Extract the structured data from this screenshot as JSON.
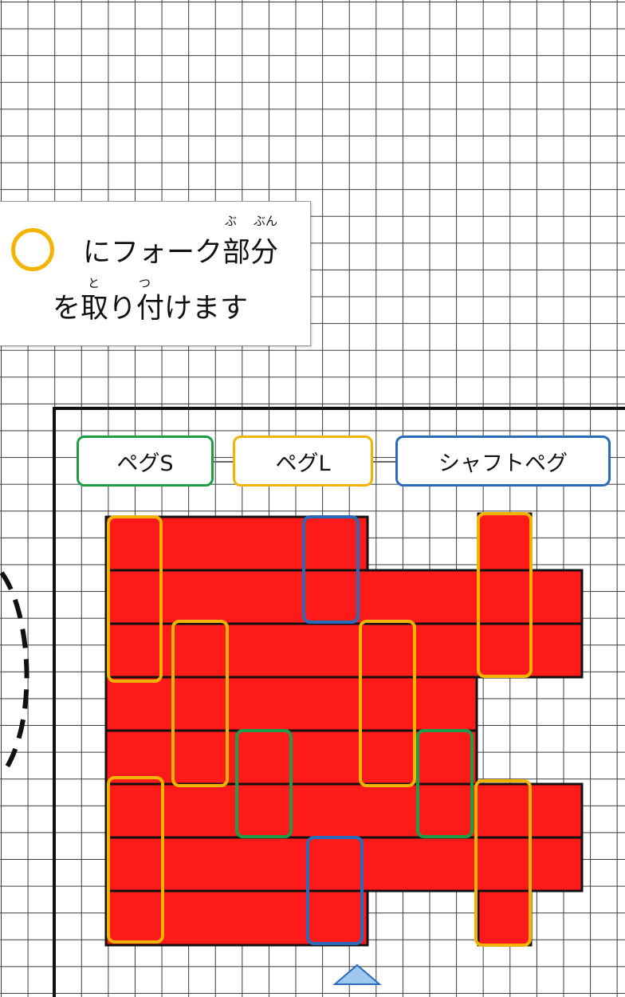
{
  "instruction": {
    "circle_color": "#f2b400",
    "line1": "にフォーク部分",
    "line2": "を取り付けます",
    "ruby_bu": "ぶ",
    "ruby_bun": "ぶん",
    "ruby_to": "と",
    "ruby_tsu": "つ"
  },
  "legend": {
    "peg_s": "ペグS",
    "peg_l": "ペグL",
    "shaft_peg": "シャフトペグ"
  },
  "colors": {
    "beam": "#ff1a1a",
    "peg_s": "#1e9c48",
    "peg_l": "#f2b400",
    "shaft_peg": "#2a6ab8",
    "triangle": "#9ec8f0"
  }
}
